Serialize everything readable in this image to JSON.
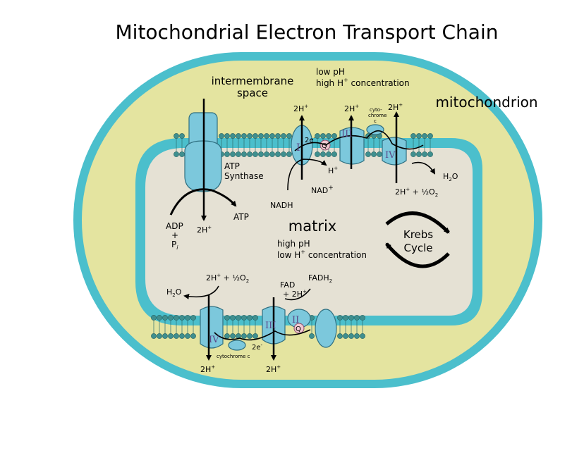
{
  "title": "Mitochondrial Electron Transport Chain",
  "labels": {
    "intermembrane_line1": "intermembrane",
    "intermembrane_line2": "space",
    "low_ph": "low pH",
    "low_ph_conc_prefix": "high H",
    "low_ph_conc_suffix": " concentration",
    "mitochondrion": "mitochondrion",
    "matrix": "matrix",
    "high_ph": "high pH",
    "high_ph_conc_prefix": "low H",
    "high_ph_conc_suffix": " concentration",
    "krebs_line1": "Krebs",
    "krebs_line2": "Cycle",
    "atp_synthase_line1": "ATP",
    "atp_synthase_line2": "Synthase",
    "adp": "ADP",
    "plus": "+",
    "pi": "P",
    "pi_sub": "i",
    "atp": "ATP",
    "nadh": "NADH",
    "nad": "NAD",
    "h_plus": "H",
    "two_h": "2H",
    "sup_plus": "+",
    "two_e": "2e",
    "sup_minus": "-",
    "q": "Q",
    "cyto_line1": "cyto-",
    "cyto_line2": "chrome",
    "cyto_line3": "c",
    "cytochrome_c": "cytochrome  c",
    "h2o": "H",
    "h2o_sub": "2",
    "h2o_o": "O",
    "half_o2_prefix": " + ½O",
    "half_o2_sub": "2",
    "fad": "FAD",
    "fadh2": "FADH",
    "fadh2_sub": "2",
    "plus_2h": "+ 2H",
    "complex_1": "I",
    "complex_2": "II",
    "complex_3": "III",
    "complex_4": "IV"
  },
  "colors": {
    "outer_membrane": "#4bbfcc",
    "intermembrane_space": "#e4e4a0",
    "matrix": "#e5e1d4",
    "protein": "#7cc8dc",
    "lipid_head": "#3f8f8f",
    "arrow": "#000000"
  }
}
